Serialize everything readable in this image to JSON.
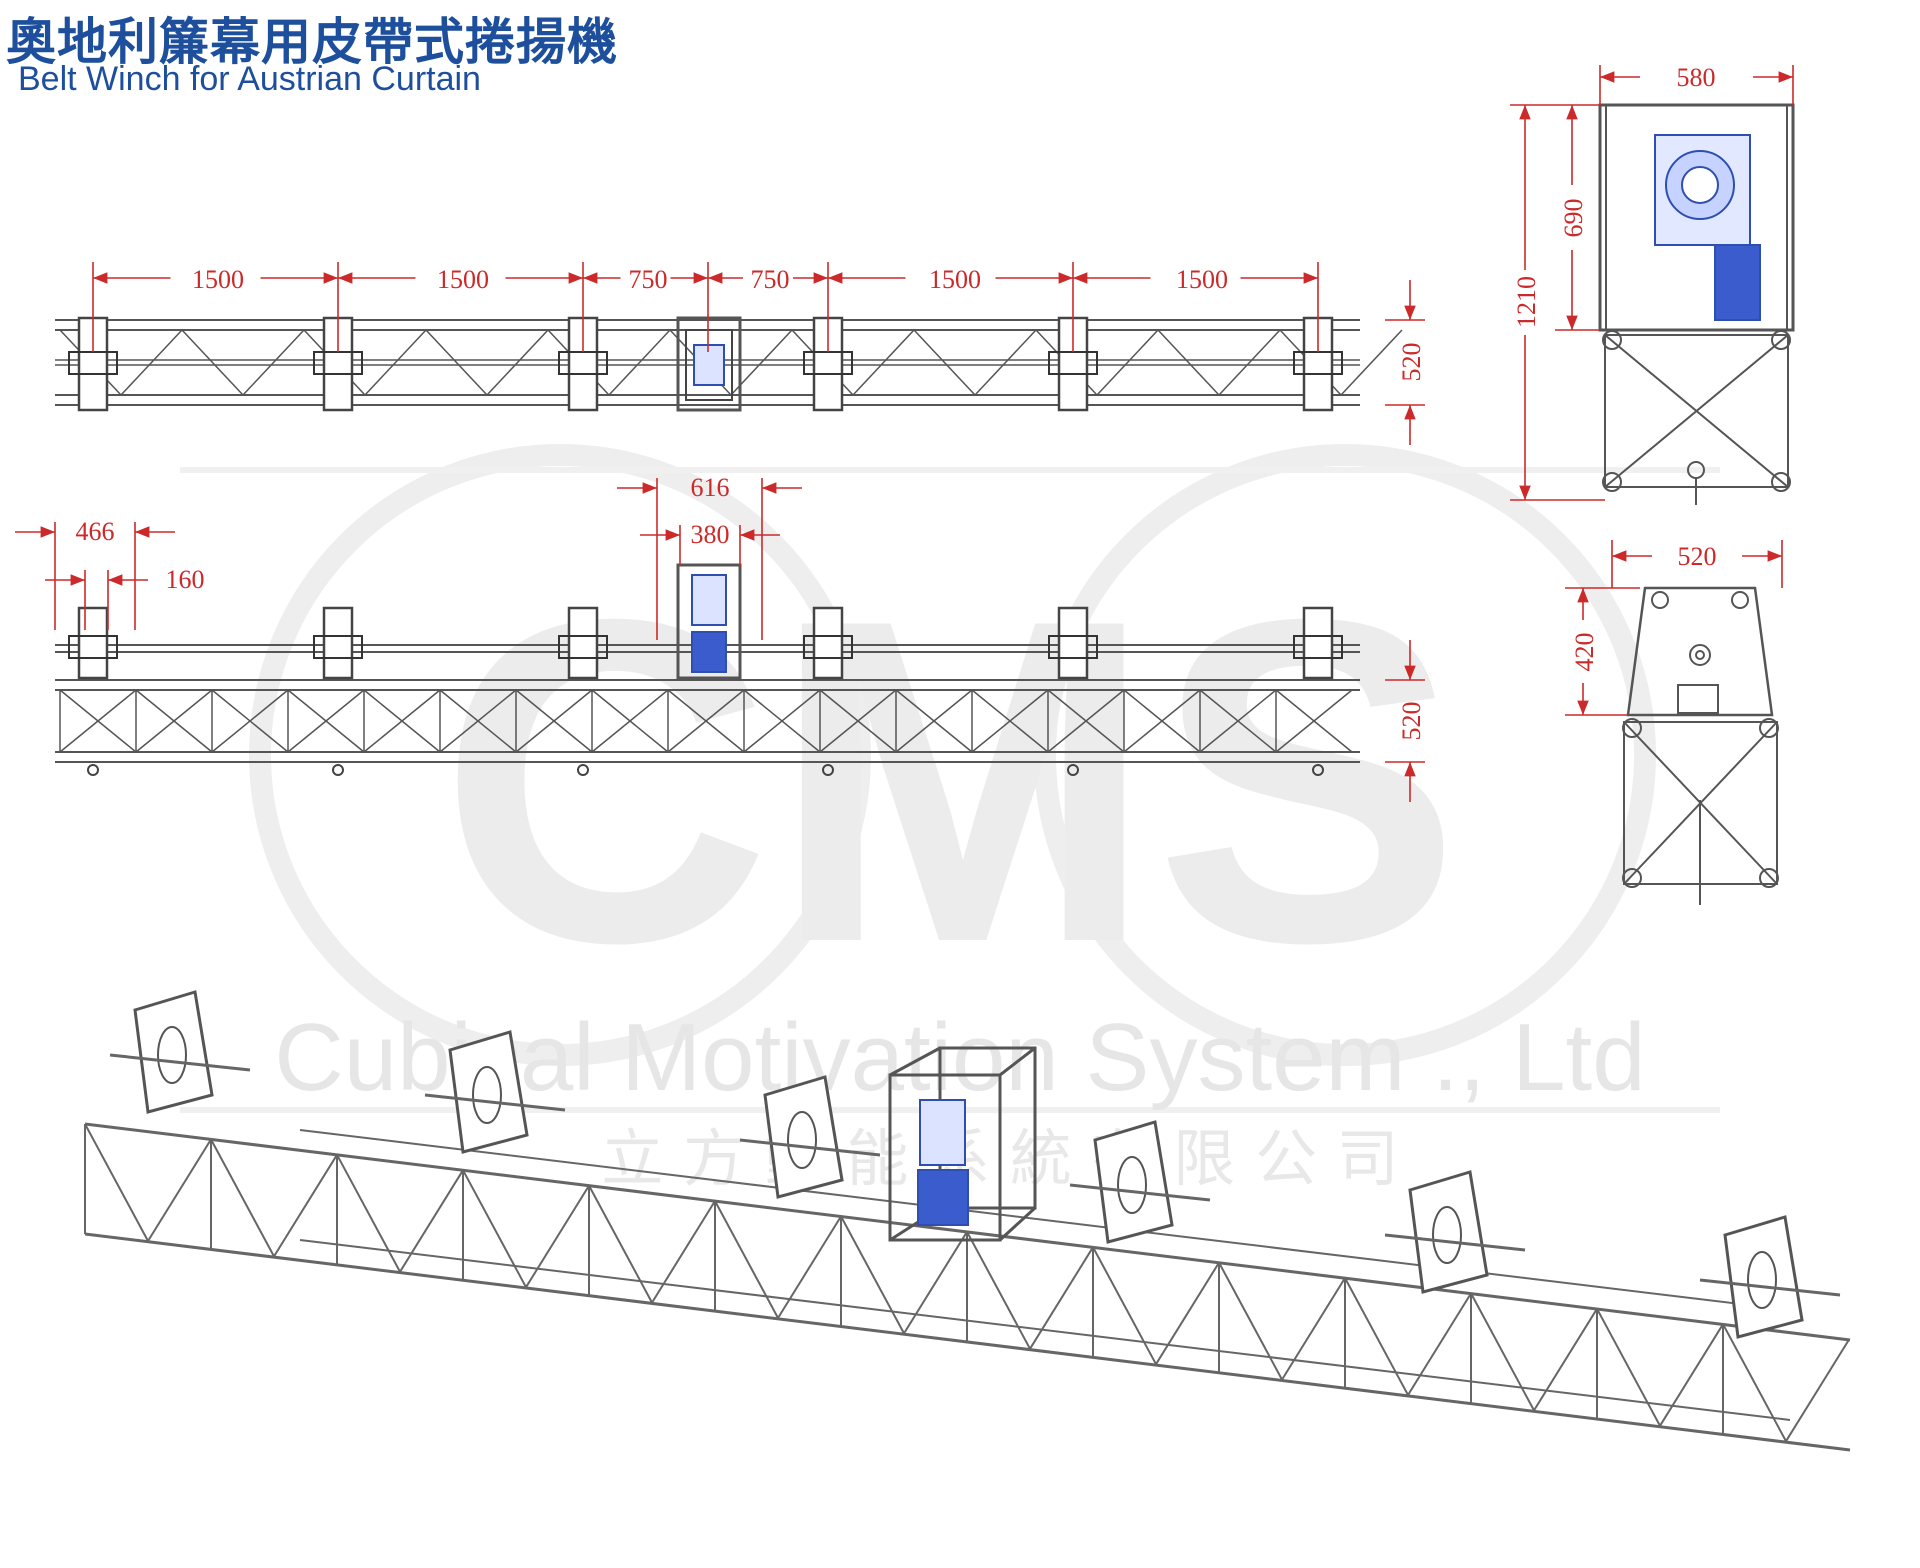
{
  "title": {
    "zh": "奧地利簾幕用皮帶式捲揚機",
    "en": "Belt Winch for Austrian Curtain"
  },
  "watermark": {
    "logo": "CMS",
    "company_en": "Cubical Motivation System ., Ltd",
    "company_zh": "立 方 動 能 系 統 有 限 公 司"
  },
  "top_view": {
    "spans": [
      "1500",
      "1500",
      "750",
      "750",
      "1500",
      "1500"
    ],
    "depth": "520"
  },
  "front_view": {
    "d466": "466",
    "d160": "160",
    "d616": "616",
    "d380": "380",
    "height": "520"
  },
  "side_top": {
    "width": "580",
    "frame_height": "690",
    "total_height": "1210"
  },
  "side_bottom": {
    "width": "520",
    "height": "420"
  },
  "colors": {
    "title": "#1d4f9c",
    "dimension": "#cc2a2a",
    "structure": "#555555",
    "motor": "#2f4fb0",
    "watermark": "#ececec"
  }
}
